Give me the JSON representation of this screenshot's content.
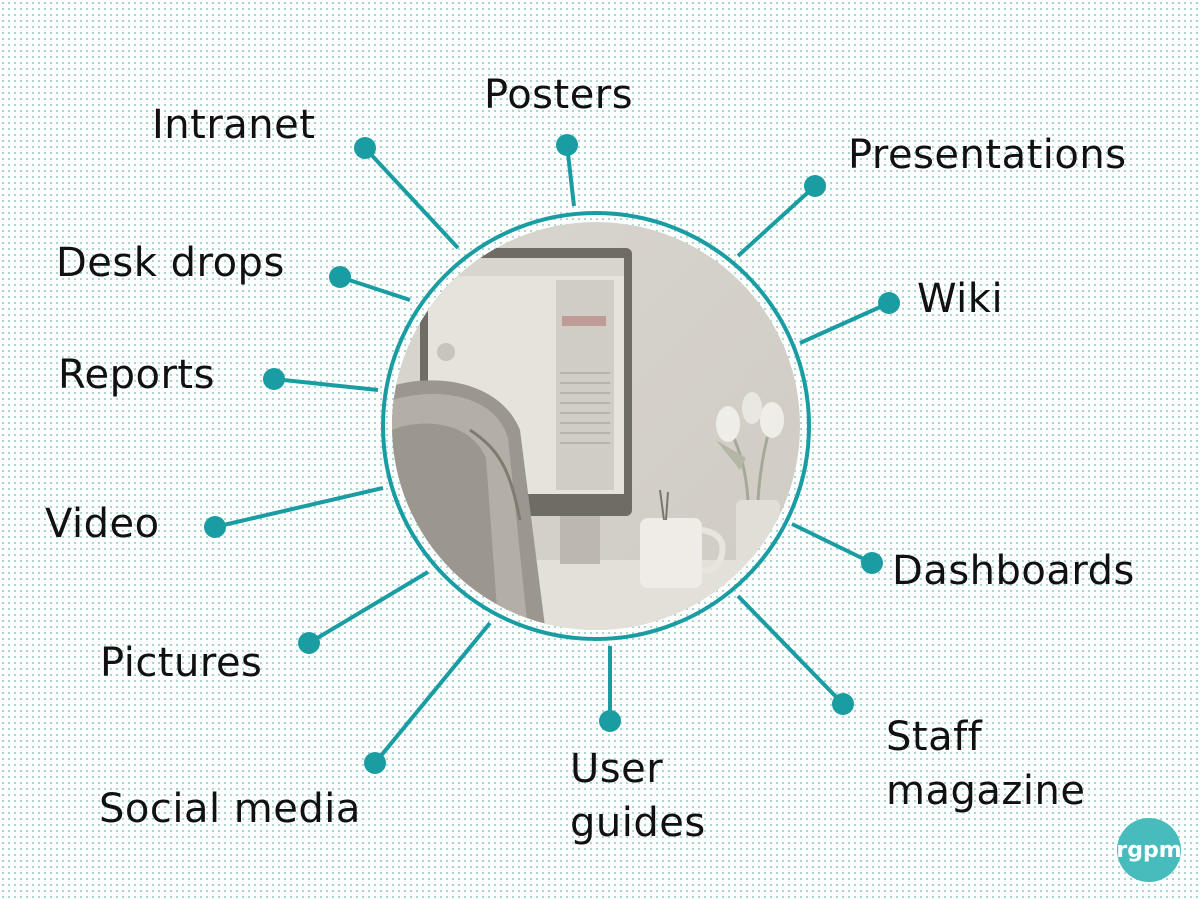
{
  "colors": {
    "accent": "#1a9da2",
    "ring": "#1a9da2",
    "text": "#111111",
    "logo_bg": "#48bcbc"
  },
  "center_image": {
    "description_icon": "desk-computer-photo"
  },
  "nodes": [
    {
      "id": "intranet",
      "label": "Intranet"
    },
    {
      "id": "posters",
      "label": "Posters"
    },
    {
      "id": "presentations",
      "label": "Presentations"
    },
    {
      "id": "desk-drops",
      "label": "Desk drops"
    },
    {
      "id": "wiki",
      "label": "Wiki"
    },
    {
      "id": "reports",
      "label": "Reports"
    },
    {
      "id": "video",
      "label": "Video"
    },
    {
      "id": "dashboards",
      "label": "Dashboards"
    },
    {
      "id": "pictures",
      "label": "Pictures"
    },
    {
      "id": "staff-magazine",
      "label": "Staff magazine"
    },
    {
      "id": "user-guides",
      "label": "User guides"
    },
    {
      "id": "social-media",
      "label": "Social media"
    }
  ],
  "logo": {
    "text": "rgpm"
  }
}
